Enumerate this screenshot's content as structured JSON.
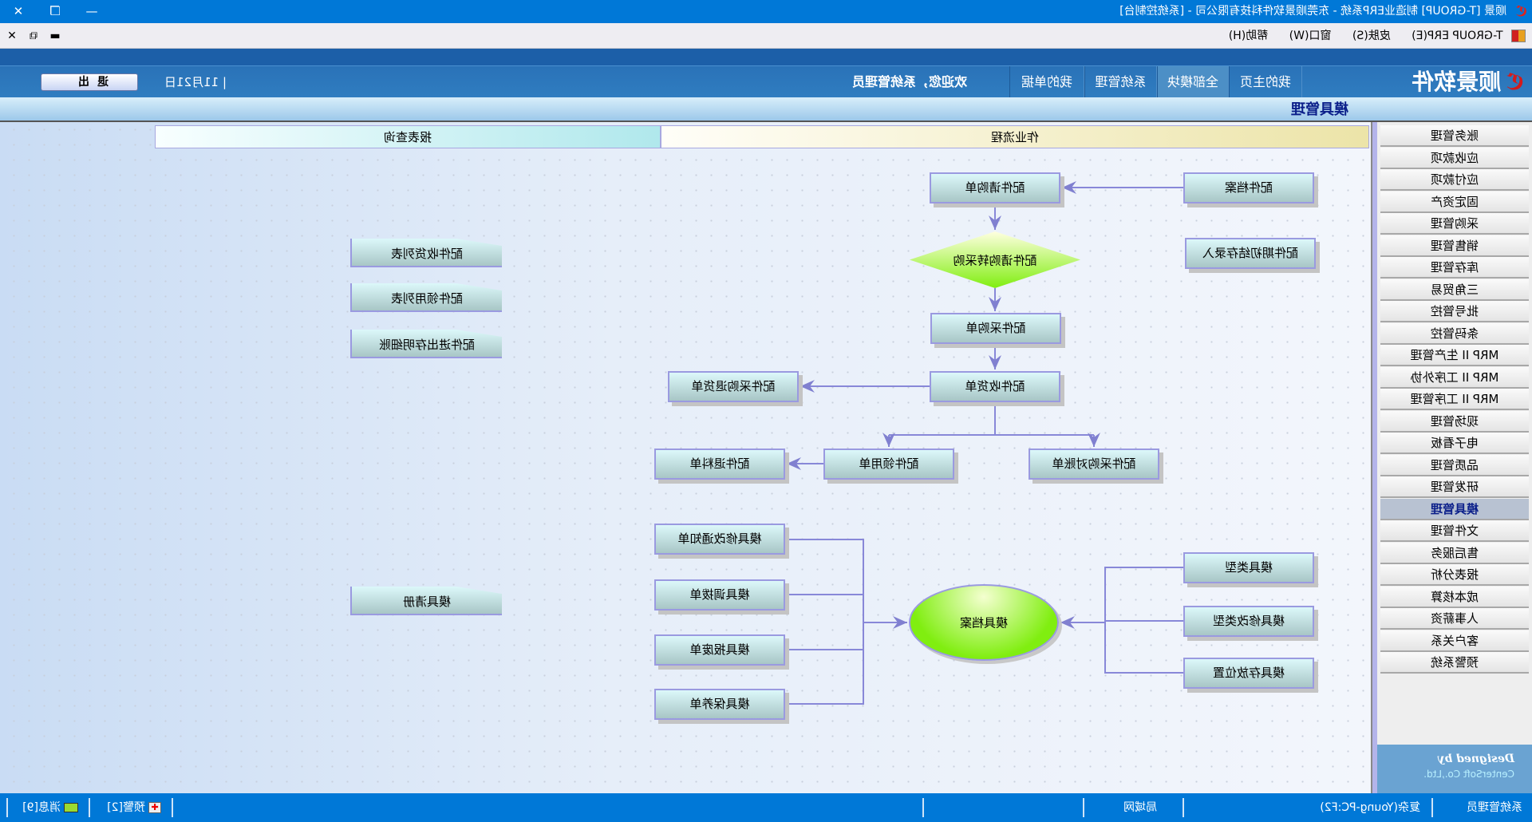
{
  "window": {
    "title": "顺景 [T-GROUP] 制造业ERP系统 - 东莞顺景软件科技有限公司 - [系统控制台]",
    "controls": {
      "minimize": "—",
      "restore": "❐",
      "close": "✕"
    }
  },
  "menubar": {
    "items": [
      "T-GROUP ERP(E)",
      "皮肤(S)",
      "窗口(W)",
      "帮助(H)"
    ],
    "mdi_controls": {
      "minimize": "▬",
      "restore": "⧉",
      "close": "✕"
    }
  },
  "header": {
    "logo_text": "顺景软件",
    "tabs": [
      {
        "label": "我的主页",
        "active": false
      },
      {
        "label": "全部模块",
        "active": true
      },
      {
        "label": "系统管理",
        "active": false
      },
      {
        "label": "我的单据",
        "active": false
      }
    ],
    "welcome": "欢迎您，系统管理员",
    "date": "| 11月21日",
    "exit_label": "退出"
  },
  "module_title": "模具管理",
  "sidebar": {
    "items": [
      "账务管理",
      "应收款项",
      "应付款项",
      "固定资产",
      "采购管理",
      "销售管理",
      "库存管理",
      "三角贸易",
      "批号管控",
      "条码管控",
      "MRP II 生产管理",
      "MRP II 工序外协",
      "MRP II 工序管理",
      "现场管理",
      "电子看板",
      "品质管理",
      "研发管理",
      "模具管理",
      "文件管理",
      "售后服务",
      "报表分析",
      "成本核算",
      "人事薪资",
      "客户关系",
      "预警系统"
    ],
    "active_index": 17,
    "credit_line1": "Designed by",
    "credit_line2": "CenterSoft Co.,Ltd."
  },
  "main": {
    "sections": {
      "workflow": "作业流程",
      "reports": "报表查询"
    },
    "flow": {
      "part_file": "配件档案",
      "part_opening": "配件期初结存录入",
      "part_requisition": "配件请购单",
      "req_to_purchase": "配件请购转采购",
      "part_purchase": "配件采购单",
      "part_receipt": "配件收货单",
      "part_purchase_return": "配件采购退货单",
      "part_reconcile": "配件采购对账单",
      "part_issue": "配件领用单",
      "part_return": "配件退料单",
      "mold_change_notice": "模具修改通知单",
      "mold_transfer": "模具调拨单",
      "mold_scrap": "模具报废单",
      "mold_maintenance": "模具保养单",
      "mold_file": "模具档案",
      "mold_type": "模具类型",
      "mold_change_type": "模具修改类型",
      "mold_location": "模具存放位置"
    },
    "reports": [
      "配件收货列表",
      "配件领用列表",
      "配件进出存明细账",
      "模具清册"
    ]
  },
  "statusbar": {
    "user": "系统管理员",
    "host": "复杂(Young-PC:F2)",
    "network": "局域网",
    "alerts": "预警[2]",
    "messages": "消息[9]"
  },
  "colors": {
    "titlebar": "#0078d7",
    "nav": "#2f7dc0",
    "accent_text": "#0b1f8a",
    "connector": "#8888d8"
  }
}
